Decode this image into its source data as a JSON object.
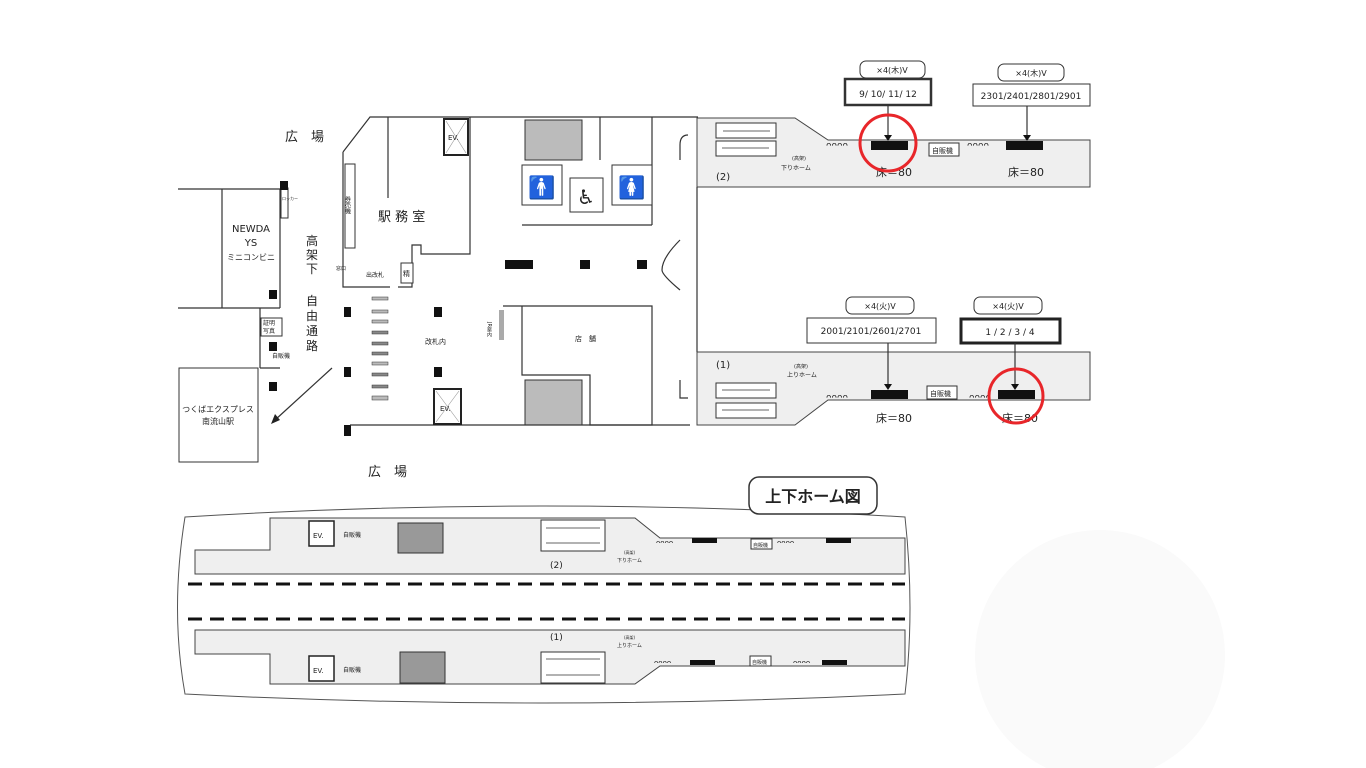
{
  "map": {
    "plaza_top": "広　場",
    "plaza_bottom": "広　場",
    "newdays": [
      "NEWDA",
      "YS",
      "ミニコンビニ"
    ],
    "locker": "ロッカー",
    "underpass": [
      "高",
      "架",
      "下",
      "自",
      "由",
      "通",
      "路"
    ],
    "station_office": "駅 務 室",
    "ticket_machine": "券売機",
    "window": "窓口",
    "exit_gate": "出改札",
    "fare_adjust": "精",
    "inside_gate": "改札内",
    "jr_info": "JR案内",
    "shop": "店　舗",
    "ev": "EV.",
    "photo_booth": [
      "証明",
      "写真"
    ],
    "vending": "自販機",
    "tx_station": [
      "つくばエクスプレス",
      "南流山駅"
    ],
    "platform2_no": "(2)",
    "platform2_name": [
      "(高架)",
      "下りホーム"
    ],
    "platform1_no": "(1)",
    "platform1_name": [
      "(高架)",
      "上りホーム"
    ],
    "floor": "床＝80"
  },
  "callouts": [
    {
      "type": "×4(木)V",
      "cars": "9/ 10/ 11/ 12",
      "highlighted": true
    },
    {
      "type": "×4(木)V",
      "cars": "2301/2401/2801/2901",
      "highlighted": false
    },
    {
      "type": "×4(火)V",
      "cars": "2001/2101/2601/2701",
      "highlighted": false
    },
    {
      "type": "×4(火)V",
      "cars": "1 / 2 / 3 / 4",
      "highlighted": true
    }
  ],
  "platform_diagram": {
    "title": "上下ホーム図"
  },
  "colors": {
    "highlight": "#e8262a",
    "platform": "#efefef"
  }
}
